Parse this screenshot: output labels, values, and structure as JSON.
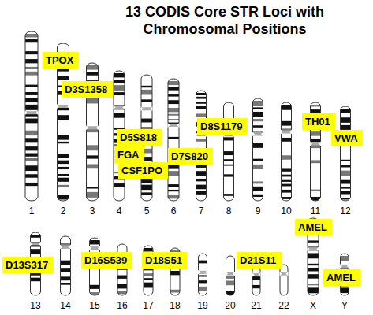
{
  "diagram": {
    "title": "13 CODIS Core STR Loci with Chromosomal Positions",
    "nodes": [
      {
        "text": [
          "TPOX"
        ]
      },
      {
        "text": [
          "D3S1358"
        ]
      },
      {
        "text": [
          "TH01"
        ]
      },
      {
        "text": [
          "D8S1179"
        ]
      },
      {
        "text": [
          "D5S818"
        ]
      },
      {
        "text": [
          "VWA"
        ]
      },
      {
        "text": [
          "FGA"
        ]
      },
      {
        "text": [
          "D7S820"
        ]
      },
      {
        "text": [
          "CSF1PO"
        ]
      },
      {
        "text": [
          "AMEL"
        ]
      },
      {
        "text": [
          "D16S539"
        ]
      },
      {
        "text": [
          "D18S51"
        ]
      },
      {
        "text": [
          "D21S11"
        ]
      },
      {
        "text": [
          "D13S317"
        ]
      },
      {
        "text": [
          "AMEL"
        ]
      }
    ],
    "edges": [],
    "labels": [
      "1",
      "2",
      "3",
      "4",
      "5",
      "6",
      "7",
      "8",
      "9",
      "10",
      "11",
      "12",
      "13",
      "14",
      "15",
      "16",
      "17",
      "18",
      "19",
      "20",
      "21",
      "22",
      "X",
      "Y"
    ]
  }
}
